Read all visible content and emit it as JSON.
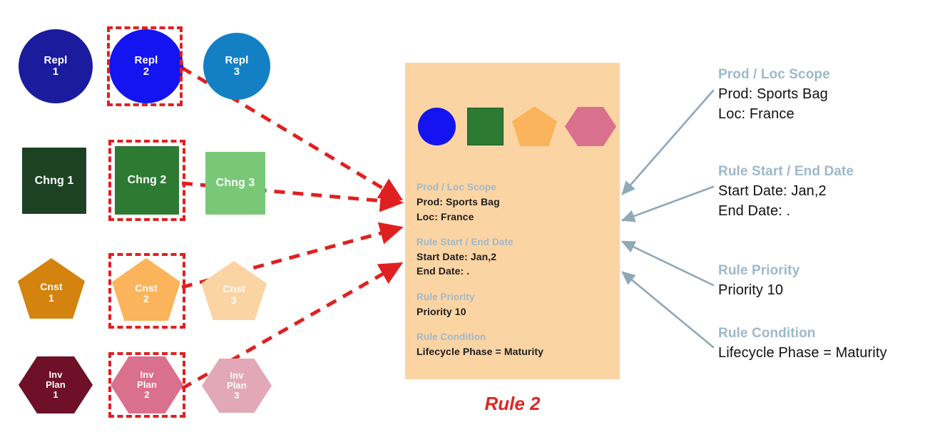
{
  "palette": {
    "rows": [
      {
        "shape": "circle",
        "type_name": "replenishment",
        "items": [
          {
            "lines": [
              "Repl",
              "1"
            ],
            "color": "#1b1b9e",
            "selected": false
          },
          {
            "lines": [
              "Repl",
              "2"
            ],
            "color": "#1414f0",
            "selected": true
          },
          {
            "lines": [
              "Repl",
              "3"
            ],
            "color": "#1480c4",
            "selected": false
          }
        ]
      },
      {
        "shape": "square",
        "type_name": "change",
        "items": [
          {
            "lines": [
              "Chng 1"
            ],
            "color": "#1d4223",
            "selected": false
          },
          {
            "lines": [
              "Chng 2"
            ],
            "color": "#2d7a33",
            "selected": true
          },
          {
            "lines": [
              "Chng 3"
            ],
            "color": "#79c878",
            "selected": false
          }
        ]
      },
      {
        "shape": "pentagon",
        "type_name": "constraint",
        "items": [
          {
            "lines": [
              "Cnst",
              "1"
            ],
            "color": "#d4830f",
            "selected": false
          },
          {
            "lines": [
              "Cnst",
              "2"
            ],
            "color": "#fbb45c",
            "selected": true
          },
          {
            "lines": [
              "Cnst",
              "3"
            ],
            "color": "#fbd4a4",
            "selected": false
          }
        ]
      },
      {
        "shape": "hexagon",
        "type_name": "inventory-plan",
        "items": [
          {
            "lines": [
              "Inv",
              "Plan",
              "1"
            ],
            "color": "#6d1028",
            "selected": false
          },
          {
            "lines": [
              "Inv",
              "Plan",
              "2"
            ],
            "color": "#d9708e",
            "selected": true
          },
          {
            "lines": [
              "Inv",
              "Plan",
              "3"
            ],
            "color": "#e3a8b8",
            "selected": false
          }
        ]
      }
    ]
  },
  "card": {
    "shapes": [
      {
        "name": "circle",
        "color": "#1414f0"
      },
      {
        "name": "square",
        "color": "#2d7a33"
      },
      {
        "name": "pentagon",
        "color": "#fbb45c"
      },
      {
        "name": "hexagon",
        "color": "#d9708e"
      }
    ],
    "fields": [
      {
        "header": "Prod / Loc Scope",
        "values": [
          "Prod: Sports Bag",
          "Loc: France"
        ]
      },
      {
        "header": "Rule Start / End Date",
        "values": [
          "Start Date: Jan,2",
          "End Date: ."
        ]
      },
      {
        "header": "Rule Priority",
        "values": [
          "Priority 10"
        ]
      },
      {
        "header": "Rule Condition",
        "values": [
          "Lifecycle Phase = Maturity"
        ]
      }
    ],
    "caption": "Rule 2",
    "background": "#fbd4a4"
  },
  "annotations": [
    {
      "header": "Prod / Loc Scope",
      "values": [
        "Prod: Sports Bag",
        "Loc: France"
      ]
    },
    {
      "header": "Rule Start / End Date",
      "values": [
        "Start Date: Jan,2",
        "End Date: ."
      ]
    },
    {
      "header": "Rule Priority",
      "values": [
        "Priority 10"
      ]
    },
    {
      "header": "Rule Condition",
      "values": [
        "Lifecycle Phase = Maturity"
      ]
    }
  ],
  "colors": {
    "selection_outline": "#e02020",
    "flow_arrow": "#e02020",
    "callout_arrow": "#8fa8b5",
    "header_text": "#9db9c9",
    "caption_text": "#e02525",
    "card_background": "#fbd4a4"
  }
}
